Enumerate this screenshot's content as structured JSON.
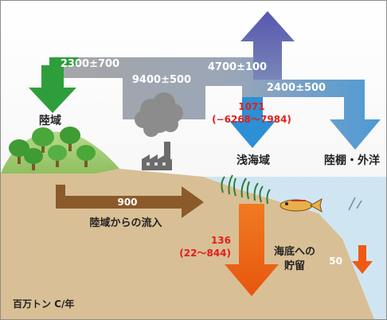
{
  "flows": {
    "land_emission": "2300±700",
    "industry_emission": "9400±500",
    "atmosphere_net": "4700±100",
    "shelf_export": "2400±500",
    "shallow_uptake": "1071",
    "shallow_uptake_range": "(−6268〜7984)",
    "river_inflow": "900",
    "seafloor_storage": "136",
    "seafloor_storage_range": "(22〜844)",
    "deep_storage": "50"
  },
  "labels": {
    "land": "陸域",
    "shallow_sea": "浅海域",
    "shelf_ocean": "陸棚・外洋",
    "river_inflow": "陸域からの流入",
    "seafloor_storage_line1": "海底への",
    "seafloor_storage_line2": "貯留",
    "units": "百万トン C/年"
  },
  "colors": {
    "industry_flow": "#a6a6a6",
    "atmosphere_arrow": "#5b5fb3",
    "land_arrow": "#2e9e3b",
    "ocean_arrow": "#2d8fd6",
    "river_arrow": "#8a5a2b",
    "storage_arrow": "#ee5a14",
    "soil": "#d9bf95",
    "water": "#cfe6f2"
  }
}
